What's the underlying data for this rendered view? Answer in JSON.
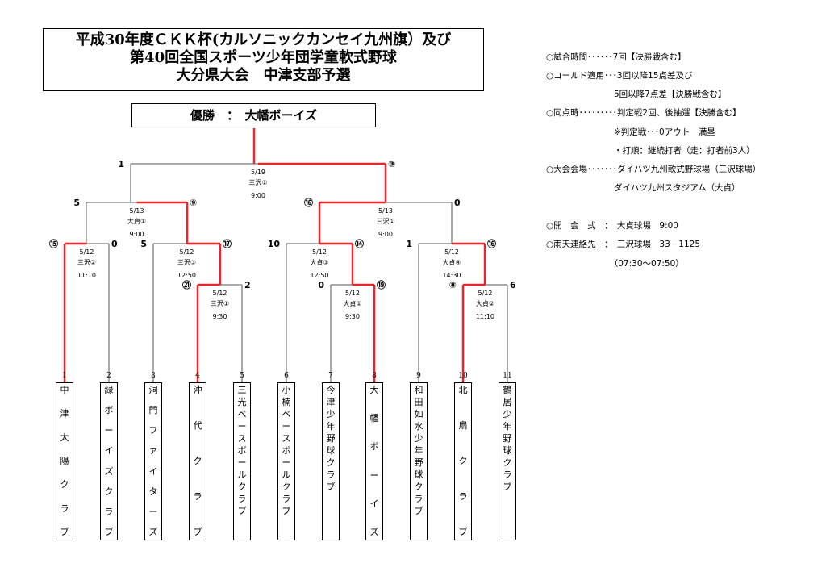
{
  "title": {
    "line1": "平成30年度ＣＫＫ杯(カルソニックカンセイ九州旗）及び",
    "line2": "第40回全国スポーツ少年団学童軟式野球",
    "line3": "大分県大会　中津支部予選"
  },
  "winner": "優勝　：　大幡ボーイズ",
  "info": [
    "○試合時間･･････7回【決勝戦含む】",
    "○コールド適用･･･3回以降15点差及び",
    "　　　　　　　　5回以降7点差【決勝戦含む】",
    "○同点時･････････判定戦2回、後抽選【決勝含む】",
    "　　　　　　　　※判定戦･･･0アウト　満塁",
    "　　　　　　　　・打順：継続打者（走：打者前3人）",
    "○大会会場･･･････ダイハツ九州軟式野球場（三沢球場）",
    "　　　　　　　　ダイハツ九州スタジアム（大貞）",
    "",
    "○開　会　式　：　大貞球場　9:00",
    "○雨天連絡先　：　三沢球場　33－1125",
    "　　　　　　　　（07:30～07:50）"
  ],
  "teams": [
    {
      "no": "1",
      "name": "中津太陽クラブ"
    },
    {
      "no": "2",
      "name": "緑ボーイズクラブ"
    },
    {
      "no": "3",
      "name": "洞門ファイターズ"
    },
    {
      "no": "4",
      "name": "沖代クラブ"
    },
    {
      "no": "5",
      "name": "三光ベースボールクラブ"
    },
    {
      "no": "6",
      "name": "小楠ベースボールクラブ"
    },
    {
      "no": "7",
      "name": "今津少年野球クラブ"
    },
    {
      "no": "8",
      "name": "大幡ボーイズ"
    },
    {
      "no": "9",
      "name": "和田如水少年野球クラブ"
    },
    {
      "no": "10",
      "name": "北扇クラブ"
    },
    {
      "no": "11",
      "name": "鶴居少年野球クラブ"
    }
  ],
  "games": [
    {
      "id": "g1",
      "date": "5/12",
      "venue": "三沢②",
      "time": "11:10",
      "left": "⑮",
      "right": "0"
    },
    {
      "id": "g2",
      "date": "5/12",
      "venue": "三沢③",
      "time": "12:50",
      "left": "5",
      "right": "⑰"
    },
    {
      "id": "g3",
      "date": "5/12",
      "venue": "三沢①",
      "time": "9:30",
      "left": "㉑",
      "right": "2"
    },
    {
      "id": "g4",
      "date": "5/12",
      "venue": "大貞③",
      "time": "12:50",
      "left": "10",
      "right": "⑭"
    },
    {
      "id": "g5",
      "date": "5/12",
      "venue": "大貞①",
      "time": "9:30",
      "left": "0",
      "right": "⑲"
    },
    {
      "id": "g6",
      "date": "5/12",
      "venue": "大貞④",
      "time": "14:30",
      "left": "1",
      "right": "⑯"
    },
    {
      "id": "g7",
      "date": "5/12",
      "venue": "大貞②",
      "time": "11:10",
      "left": "⑧",
      "right": "6"
    },
    {
      "id": "g8",
      "date": "5/13",
      "venue": "大貞①",
      "time": "9:00",
      "left": "5",
      "right": "⑨"
    },
    {
      "id": "g9",
      "date": "5/13",
      "venue": "三沢①",
      "time": "9:00",
      "left": "⑯",
      "right": "0"
    },
    {
      "id": "g10",
      "date": "5/19",
      "venue": "三沢①",
      "time": "9:00",
      "left": "1",
      "right": "③"
    }
  ],
  "colors": {
    "win": "#e8262b",
    "lose": "#555555"
  }
}
